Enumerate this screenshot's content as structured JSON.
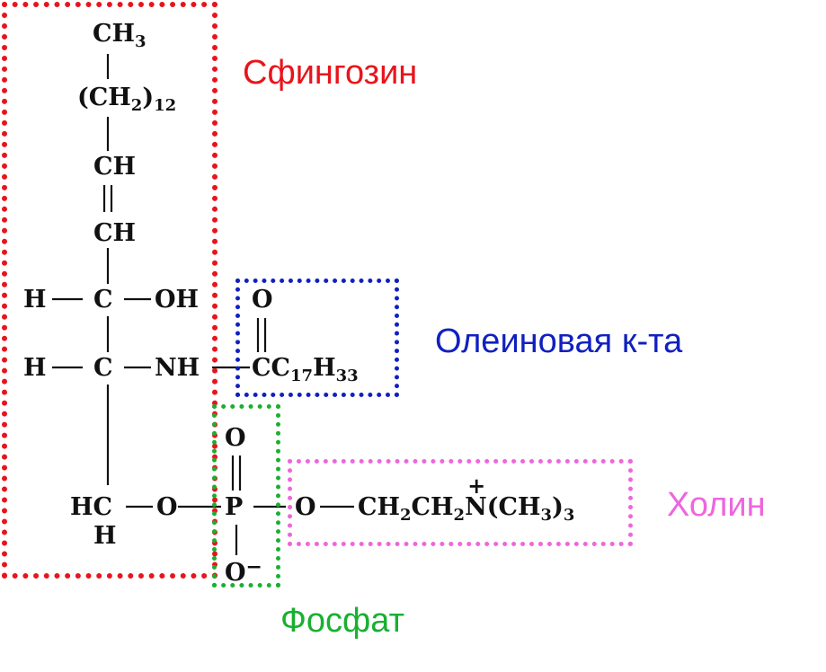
{
  "labels": {
    "sphingosine": "Сфингозин",
    "oleic_acid": "Олеиновая к-та",
    "choline": "Холин",
    "phosphate": "Фосфат"
  },
  "colors": {
    "sphingosine": "#e8141c",
    "oleic_acid": "#1020c0",
    "choline": "#ee66dd",
    "phosphate": "#18b030",
    "ink": "#111111"
  },
  "formula": {
    "ch3_top": {
      "main": "CH",
      "sub": "3"
    },
    "ch2_chain": {
      "main": "(CH",
      "sub": "2",
      "end": ")",
      "count": "12"
    },
    "ch_1": "CH",
    "ch_2": "CH",
    "row_oh": {
      "h": "H",
      "c": "C",
      "oh": "OH"
    },
    "row_nh": {
      "h": "H",
      "c": "C",
      "nh": "NH"
    },
    "acyl_o": "O",
    "acyl_c": "C",
    "acyl_chain": {
      "c": "C",
      "c_sub": "17",
      "h": "H",
      "h_sub": "33"
    },
    "phos_o_top": "O",
    "hc": "HC",
    "hc_h": "H",
    "o_left": "O",
    "p": "P",
    "o_right": "O",
    "choline_chain": {
      "ch2a": "CH",
      "s1": "2",
      "ch2b": "CH",
      "s2": "2",
      "n": "N",
      "plus": "+",
      "me": "(CH",
      "s3": "3",
      "me_end": ")",
      "s4": "3"
    },
    "o_minus": {
      "o": "O",
      "charge": "−"
    }
  }
}
